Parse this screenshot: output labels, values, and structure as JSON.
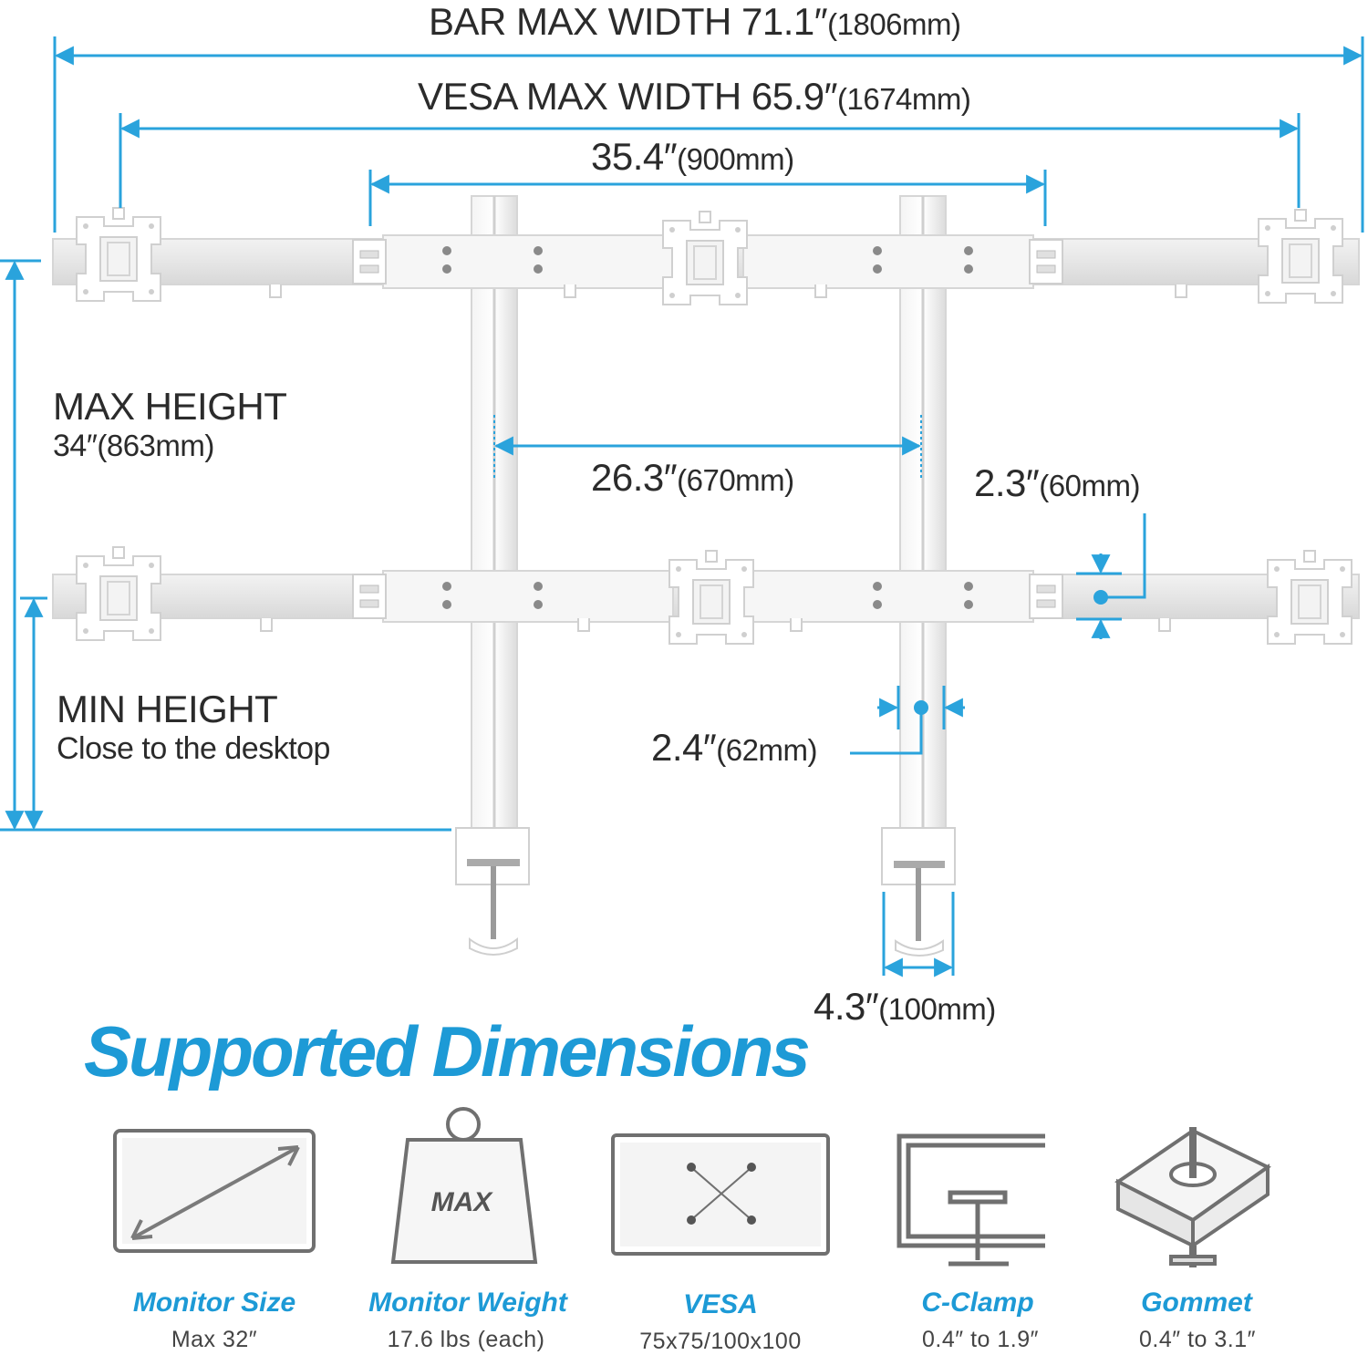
{
  "dimensions": {
    "bar_max_width": {
      "value": "BAR MAX WIDTH 71.1″",
      "mm": "(1806mm)"
    },
    "vesa_max_width": {
      "value": "VESA MAX WIDTH 65.9″",
      "mm": "(1674mm)"
    },
    "pole_spacing_top": {
      "value": "35.4″",
      "mm": "(900mm)"
    },
    "pole_spacing_inner": {
      "value": "26.3″",
      "mm": "(670mm)"
    },
    "bar_height": {
      "value": "2.3″",
      "mm": "(60mm)"
    },
    "pole_width": {
      "value": "2.4″",
      "mm": "(62mm)"
    },
    "clamp_width": {
      "value": "4.3″",
      "mm": "(100mm)"
    },
    "max_height": {
      "title": "MAX HEIGHT",
      "value": "34″",
      "mm": "(863mm)"
    },
    "min_height": {
      "title": "MIN HEIGHT",
      "subtitle": "Close to the desktop"
    }
  },
  "title": "Supported Dimensions",
  "specs": [
    {
      "icon": "monitor-size-icon",
      "title": "Monitor Size",
      "value": "Max 32″"
    },
    {
      "icon": "weight-icon",
      "title": "Monitor Weight",
      "value": "17.6 lbs (each)",
      "icon_text": "MAX"
    },
    {
      "icon": "vesa-icon",
      "title": "VESA",
      "value": "75x75/100x100"
    },
    {
      "icon": "c-clamp-icon",
      "title": "C-Clamp",
      "value": "0.4″ to 1.9″"
    },
    {
      "icon": "grommet-icon",
      "title": "Gommet",
      "value": "0.4″ to 3.1″"
    }
  ],
  "colors": {
    "accent": "#1d9ad6",
    "dim_line": "#2aa3dc",
    "icon_stroke": "#707070",
    "metal": "#e8e8e8"
  }
}
